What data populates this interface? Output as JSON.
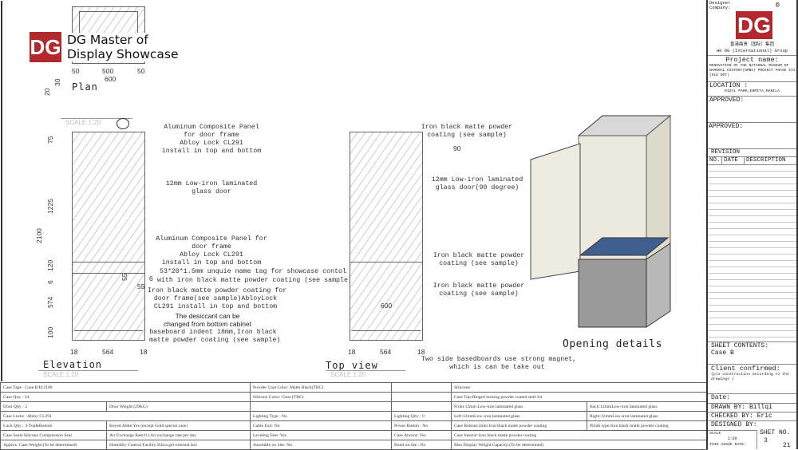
{
  "brand": {
    "logo_letters": "DG",
    "name_line1": "DG Master of",
    "name_line2": "Display Showcase",
    "color": "#b3282d"
  },
  "plan": {
    "title": "Plan",
    "scale": "SCALE:1:20",
    "dims": {
      "left": "50",
      "mid": "500",
      "right": "50",
      "total": "600",
      "side1": "20",
      "side2": "30"
    }
  },
  "elevation": {
    "title": "Elevation",
    "scale": "SCALE:1:20",
    "dims": {
      "h75": "75",
      "h1225": "1225",
      "h2100": "2100",
      "h120": "120",
      "h6": "6",
      "h574": "574",
      "h100": "100",
      "w_left": "18",
      "w_mid": "564",
      "w_right": "18",
      "d55a": "55",
      "d55b": "55",
      "d6": "6"
    },
    "notes": [
      "Aluminum Composite Panel\nfor door frame\nAbloy Lock CL291\ninstall in top and bottom",
      "12mm Low-iron laminated\nglass door",
      "Aluminum Composite Panel for\ndoor frame\nAbloy Lock CL291\ninstall in top and bottom",
      "53*20*1.5mm unquie name tag for showcase contol",
      "with iron black matte powder coating (see sample)",
      "Iron black matte powder coating for\ndoor frame(see sample)AbloyLock\nCL291 install in top and bottom",
      "The desiccant can be\nchanged from bottom cabinet",
      "baseboard indent 18mm,Iron black\nmatte powder coating (see sample)"
    ]
  },
  "top_view": {
    "title": "Top view",
    "scale": "SCALE:1:20",
    "dims": {
      "d90": "90",
      "d600": "600",
      "w_left": "18",
      "w_mid": "564",
      "w_right": "18"
    },
    "notes": [
      "Iron black matte powder\ncoating (see sample)",
      "12mm Low-iron laminated\nglass door(90 degree)",
      "Iron black matte powder\ncoating (see sample)",
      "Iron black matte powder\ncoating (see sample)",
      "Two side basedboards use strong magnet,\nwhich is can be take out"
    ]
  },
  "opening_details": "Opening details",
  "spec_table": {
    "rows": [
      [
        "Case Tape :  Case B H:2100",
        "Powder Coat Color: Matte Black(TBC)",
        "",
        "Structure"
      ],
      [
        "Case Qity :  34",
        "Silicone Color: Clear (TBC)",
        "",
        "Case Top:Hinged locking powder coated steel lid"
      ],
      [
        "Door Qity :  2",
        "Door Weight:(29KG)",
        "",
        "",
        "Front:12mm Low-iron laminated glass",
        "Back:12mmLow-iron laminated glass"
      ],
      [
        "Case Locks : Abloy CL291",
        "Lighting Type :   No",
        "Lighting Qity :  0",
        "Left:12mmLow-iron laminated glass",
        "Right:12mmLow-iron laminated glass"
      ],
      [
        "Lock Qity :  3-Top&Bottom",
        "Keyed Alike:Yes (except Gold special case)",
        "Cable Exit:        No",
        "Power Button :  No",
        "Case Bottom:2mm Iron black matte powder coating",
        "Plinth type:Iron black matte powder coating"
      ],
      [
        "Case Seals:Silicone Compression Seal",
        "Air Exchange Rate:0.1Air exchange rate per day",
        "Leveling Feet: Yes",
        "Case Anchor: Yes",
        "Case Interior:Iron black matte powder coating"
      ],
      [
        "Approx. Case Weight:(To be determined)",
        "Humidity Control Facility:Silica gel external box",
        "Assemble on Site: No",
        "Bond on site : No",
        "Max Display Weight Capacity:(To be determined)"
      ]
    ]
  },
  "title_block": {
    "designer_company": "Designer\nCompany:",
    "registered": "®",
    "company_cn": "香港鼎贵（国际）集团",
    "company_en": "HK DG (International) Group",
    "project_label": "Project name:",
    "project_name": "RENOVATION OF THE NATIONAL MUSEUM OF NAMURAL HISTORY(NMNH) PROJECT PHASE III (OLD DOT)",
    "location_label": "LOCATION :",
    "location": "RIZAL PARK,ERMITA,MANILA",
    "approved1": "APPROVED:",
    "approved2": "APPROVED:",
    "revision": "REVISION",
    "rev_cols": [
      "NO.",
      "DATE",
      "DESCRIPTION"
    ],
    "sheet_contents_label": "SHEET CONTENTS:",
    "sheet_contents": "Case B",
    "client_label": "Client confirmed:",
    "client_note": "(pls construction according to the drawings )",
    "date_label": "Date:",
    "drawn_by": "DRAWN BY: Billqi",
    "checked_by": "CHECKED BY: Eric",
    "designed_by": "DESIGNED BY:",
    "scale_label": "SCALE",
    "scale": "1:20",
    "issue_date_label": "THIS ASSUE DATE:",
    "sheet_no_label": "SHET NO.",
    "sheet_no": "3",
    "sheet_total": "21"
  }
}
